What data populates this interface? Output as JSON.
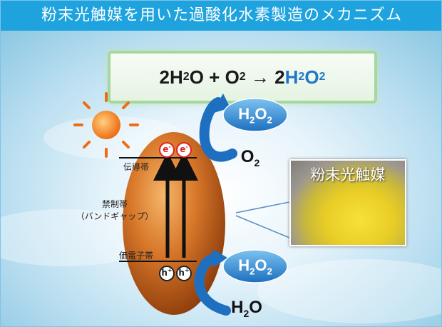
{
  "title": "粉末光触媒を用いた過酸化水素製造のメカニズム",
  "equation": {
    "lhs_coef": "2",
    "lhs_h": "H",
    "lhs_h_sub": "2",
    "lhs_o": "O",
    "plus": " + ",
    "o2_o": "O",
    "o2_sub": "2",
    "arrow": " → ",
    "rhs_coef": "2",
    "rhs_h": "H",
    "rhs_h_sub": "2",
    "rhs_o": "O",
    "rhs_o_sub": "2"
  },
  "labels": {
    "conduction_band": "伝導帯",
    "band_gap_line1": "禁制帯",
    "band_gap_line2": "（バンドギャップ）",
    "valence_band": "価電子帯",
    "photo_label": "粉末光触媒"
  },
  "species": {
    "h2o2_h": "H",
    "h2o2_sub1": "2",
    "h2o2_o": "O",
    "h2o2_sub2": "2",
    "o2_o": "O",
    "o2_sub": "2",
    "h2o_h": "H",
    "h2o_sub": "2",
    "h2o_o": "O"
  },
  "carriers": {
    "electron": "e",
    "electron_sup": "-",
    "hole": "h",
    "hole_sup": "+"
  },
  "colors": {
    "title_bg": "#1ea3df",
    "particle": "#c86a1f",
    "oval_blue": "#2a7fc8",
    "arrow_blue": "#1f6fc0",
    "sun": "#f07a1a"
  }
}
